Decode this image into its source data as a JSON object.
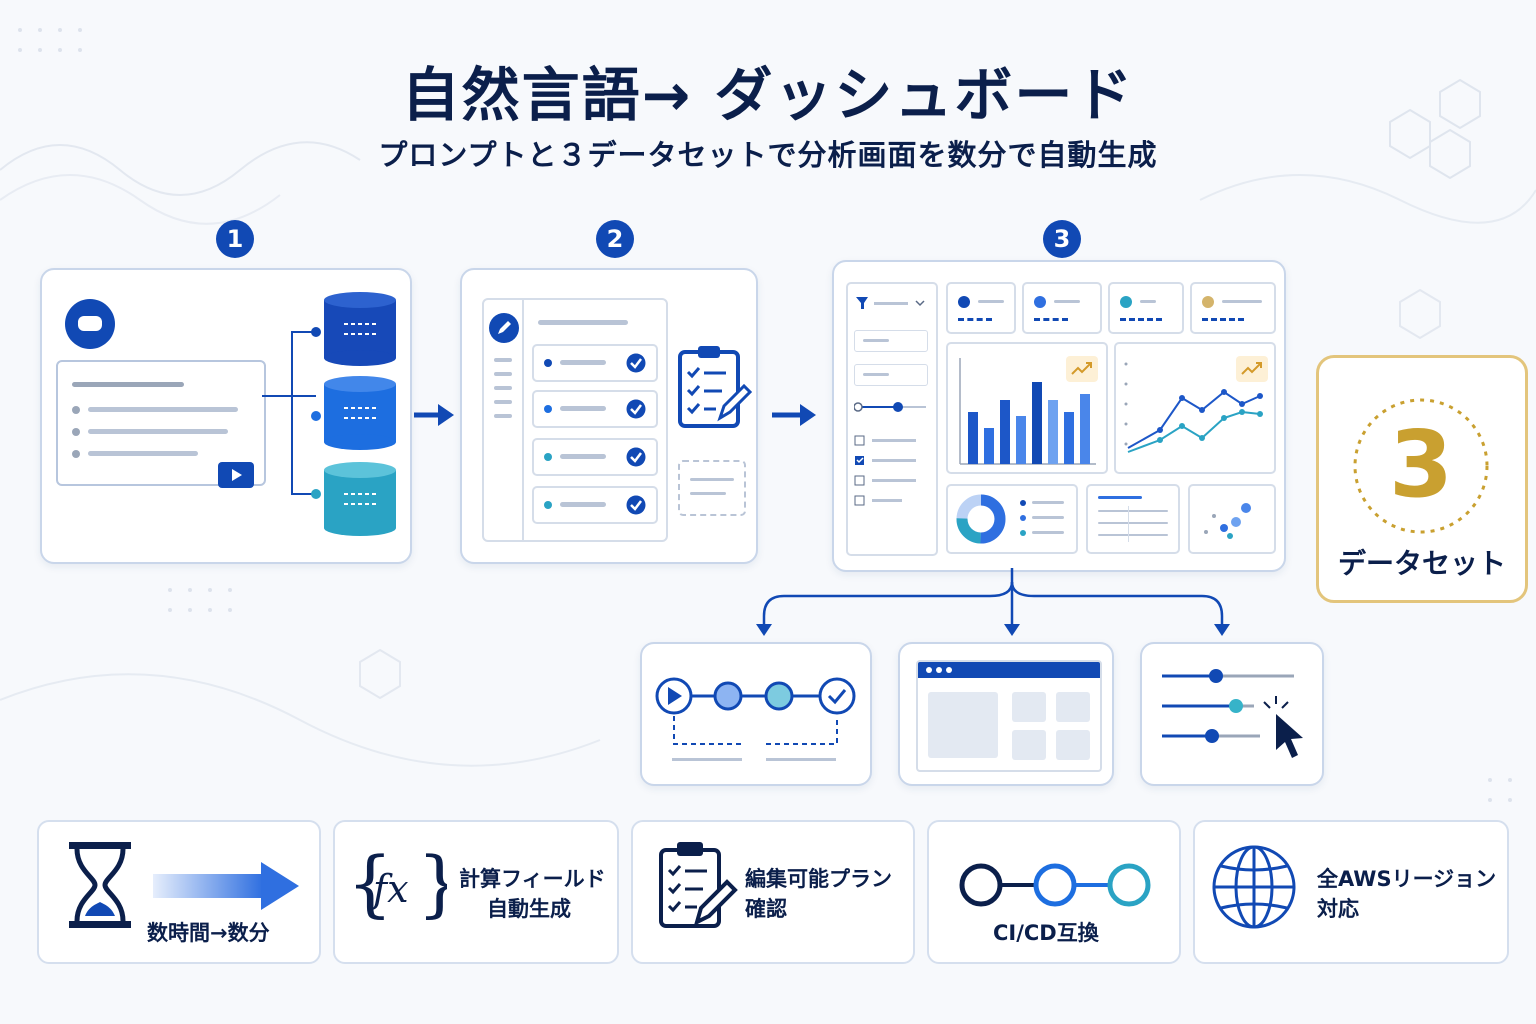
{
  "header": {
    "title": "自然言語→ ダッシュボード",
    "subtitle": "プロンプトと３データセットで分析画面を数分で自動生成"
  },
  "steps": [
    {
      "number": "1"
    },
    {
      "number": "2"
    },
    {
      "number": "3"
    }
  ],
  "dataset_badge": {
    "number": "3",
    "label": "データセット"
  },
  "features": [
    {
      "label": "数時間→数分",
      "icon": "hourglass-arrow-icon"
    },
    {
      "label_line1": "計算フィールド",
      "label_line2": "自動生成",
      "icon_text": "{fx}",
      "icon": "fx-icon"
    },
    {
      "label_line1": "編集可能プラン",
      "label_line2": "確認",
      "icon": "clipboard-pen-icon"
    },
    {
      "label": "CI/CD互換",
      "icon": "pipeline-icon"
    },
    {
      "label_line1": "全AWSリージョン",
      "label_line2": "対応",
      "icon": "globe-icon"
    }
  ],
  "colors": {
    "navy": "#0b1f4b",
    "blue": "#1149b4",
    "accent_blue": "#2f6fe0",
    "teal": "#36b3c9",
    "gold": "#c9a030"
  }
}
